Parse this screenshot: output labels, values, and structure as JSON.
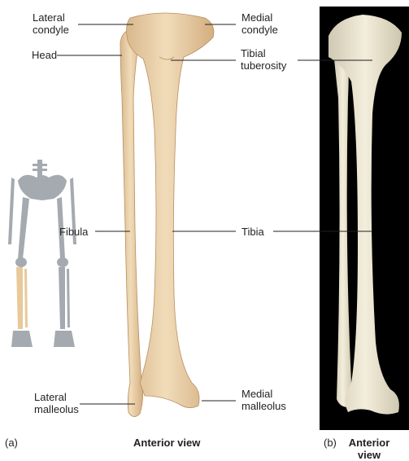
{
  "panel_a": {
    "label": "(a)",
    "caption": "Anterior view",
    "callouts": {
      "lateral_condyle": "Lateral\ncondyle",
      "head": "Head",
      "fibula": "Fibula",
      "lateral_malleolus": "Lateral\nmalleolus",
      "medial_condyle": "Medial\ncondyle",
      "tibial_tuberosity": "Tibial\ntuberosity",
      "tibia": "Tibia",
      "medial_malleolus": "Medial\nmalleolus"
    }
  },
  "panel_b": {
    "label": "(b)",
    "caption": "Anterior\nview"
  },
  "colors": {
    "bone_illustration": "#ecd3ad",
    "bone_shadow": "#c9a47a",
    "photo_background": "#000000",
    "photo_bone": "#ece6d2",
    "skeleton_gray": "#9aa0a6",
    "skeleton_highlight": "#e8c99a",
    "leader_line": "#231f20"
  }
}
